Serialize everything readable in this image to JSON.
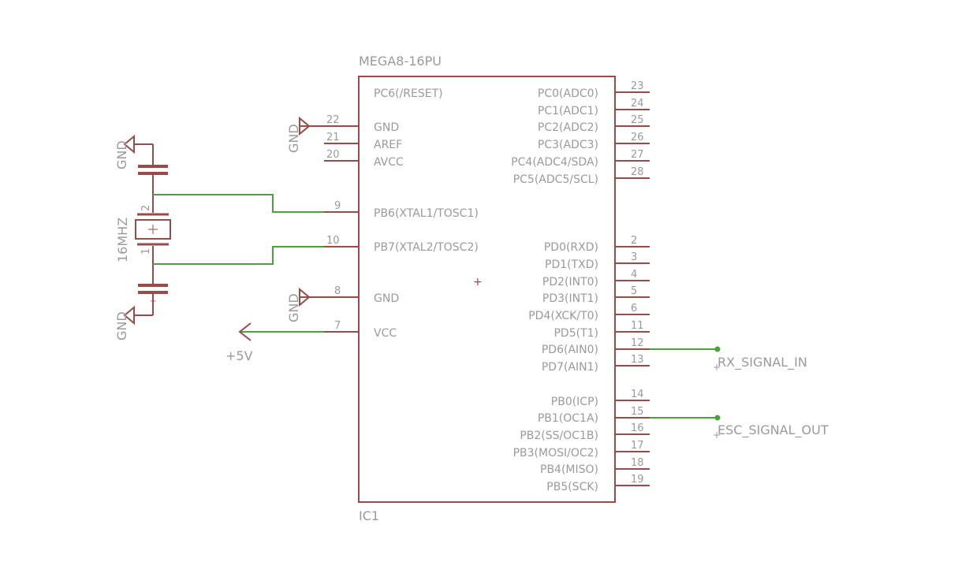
{
  "ic": {
    "part_value": "MEGA8-16PU",
    "designator": "IC1",
    "left_pins": [
      {
        "name": "PC6(/RESET)",
        "num": ""
      },
      {
        "name": "GND",
        "num": "22"
      },
      {
        "name": "AREF",
        "num": "21"
      },
      {
        "name": "AVCC",
        "num": "20"
      },
      {
        "name": "PB6(XTAL1/TOSC1)",
        "num": "9"
      },
      {
        "name": "PB7(XTAL2/TOSC2)",
        "num": "10"
      },
      {
        "name": "GND",
        "num": "8"
      },
      {
        "name": "VCC",
        "num": "7"
      }
    ],
    "right_pins": [
      {
        "name": "PC0(ADC0)",
        "num": "23"
      },
      {
        "name": "PC1(ADC1)",
        "num": "24"
      },
      {
        "name": "PC2(ADC2)",
        "num": "25"
      },
      {
        "name": "PC3(ADC3)",
        "num": "26"
      },
      {
        "name": "PC4(ADC4/SDA)",
        "num": "27"
      },
      {
        "name": "PC5(ADC5/SCL)",
        "num": "28"
      },
      {
        "name": "PD0(RXD)",
        "num": "2"
      },
      {
        "name": "PD1(TXD)",
        "num": "3"
      },
      {
        "name": "PD2(INT0)",
        "num": "4"
      },
      {
        "name": "PD3(INT1)",
        "num": "5"
      },
      {
        "name": "PD4(XCK/T0)",
        "num": "6"
      },
      {
        "name": "PD5(T1)",
        "num": "11"
      },
      {
        "name": "PD6(AIN0)",
        "num": "12"
      },
      {
        "name": "PD7(AIN1)",
        "num": "13"
      },
      {
        "name": "PB0(ICP)",
        "num": "14"
      },
      {
        "name": "PB1(OC1A)",
        "num": "15"
      },
      {
        "name": "PB2(SS/OC1B)",
        "num": "16"
      },
      {
        "name": "PB3(MOSI/OC2)",
        "num": "17"
      },
      {
        "name": "PB4(MISO)",
        "num": "18"
      },
      {
        "name": "PB5(SCK)",
        "num": "19"
      }
    ]
  },
  "crystal": {
    "value": "16MHZ",
    "pin_top": "2",
    "pin_bottom": "1"
  },
  "gnd_label": "GND",
  "supply_label": "+5V",
  "nets": {
    "rx": "RX_SIGNAL_IN",
    "esc": "ESC_SIGNAL_OUT"
  },
  "colors": {
    "part": "#9b4a4a",
    "wire": "#4aa33a",
    "text": "#9a9a9a"
  }
}
